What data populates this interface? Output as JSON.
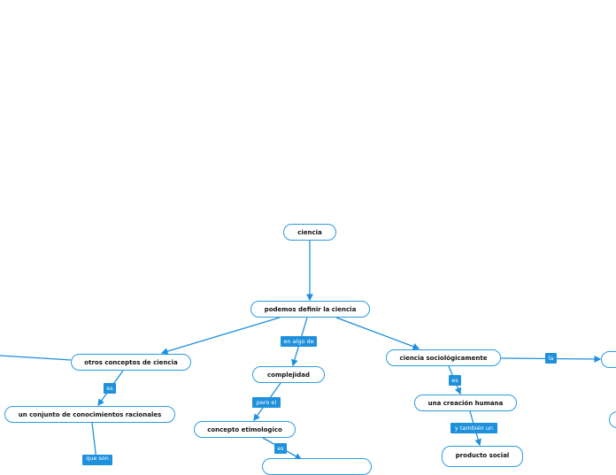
{
  "nodes": {
    "root": "ciencia",
    "definir": "podemos definir la ciencia",
    "otros": "otros conceptos de ciencia",
    "complejidad": "complejidad",
    "socio": "ciencia sociológicamente",
    "conjunto": "un conjunto de conocimientos racionales",
    "etimologico": "concepto etimologico",
    "creacion": "una creación humana",
    "producto": "producto social"
  },
  "labels": {
    "en_algo_de": "en algo de",
    "es1": "es",
    "pero_el": "pero el",
    "es2": "es",
    "es3": "es",
    "y_tambien": "y también un",
    "la": "la",
    "que_son": "que son"
  },
  "colors": {
    "accent": "#1e90dc"
  }
}
